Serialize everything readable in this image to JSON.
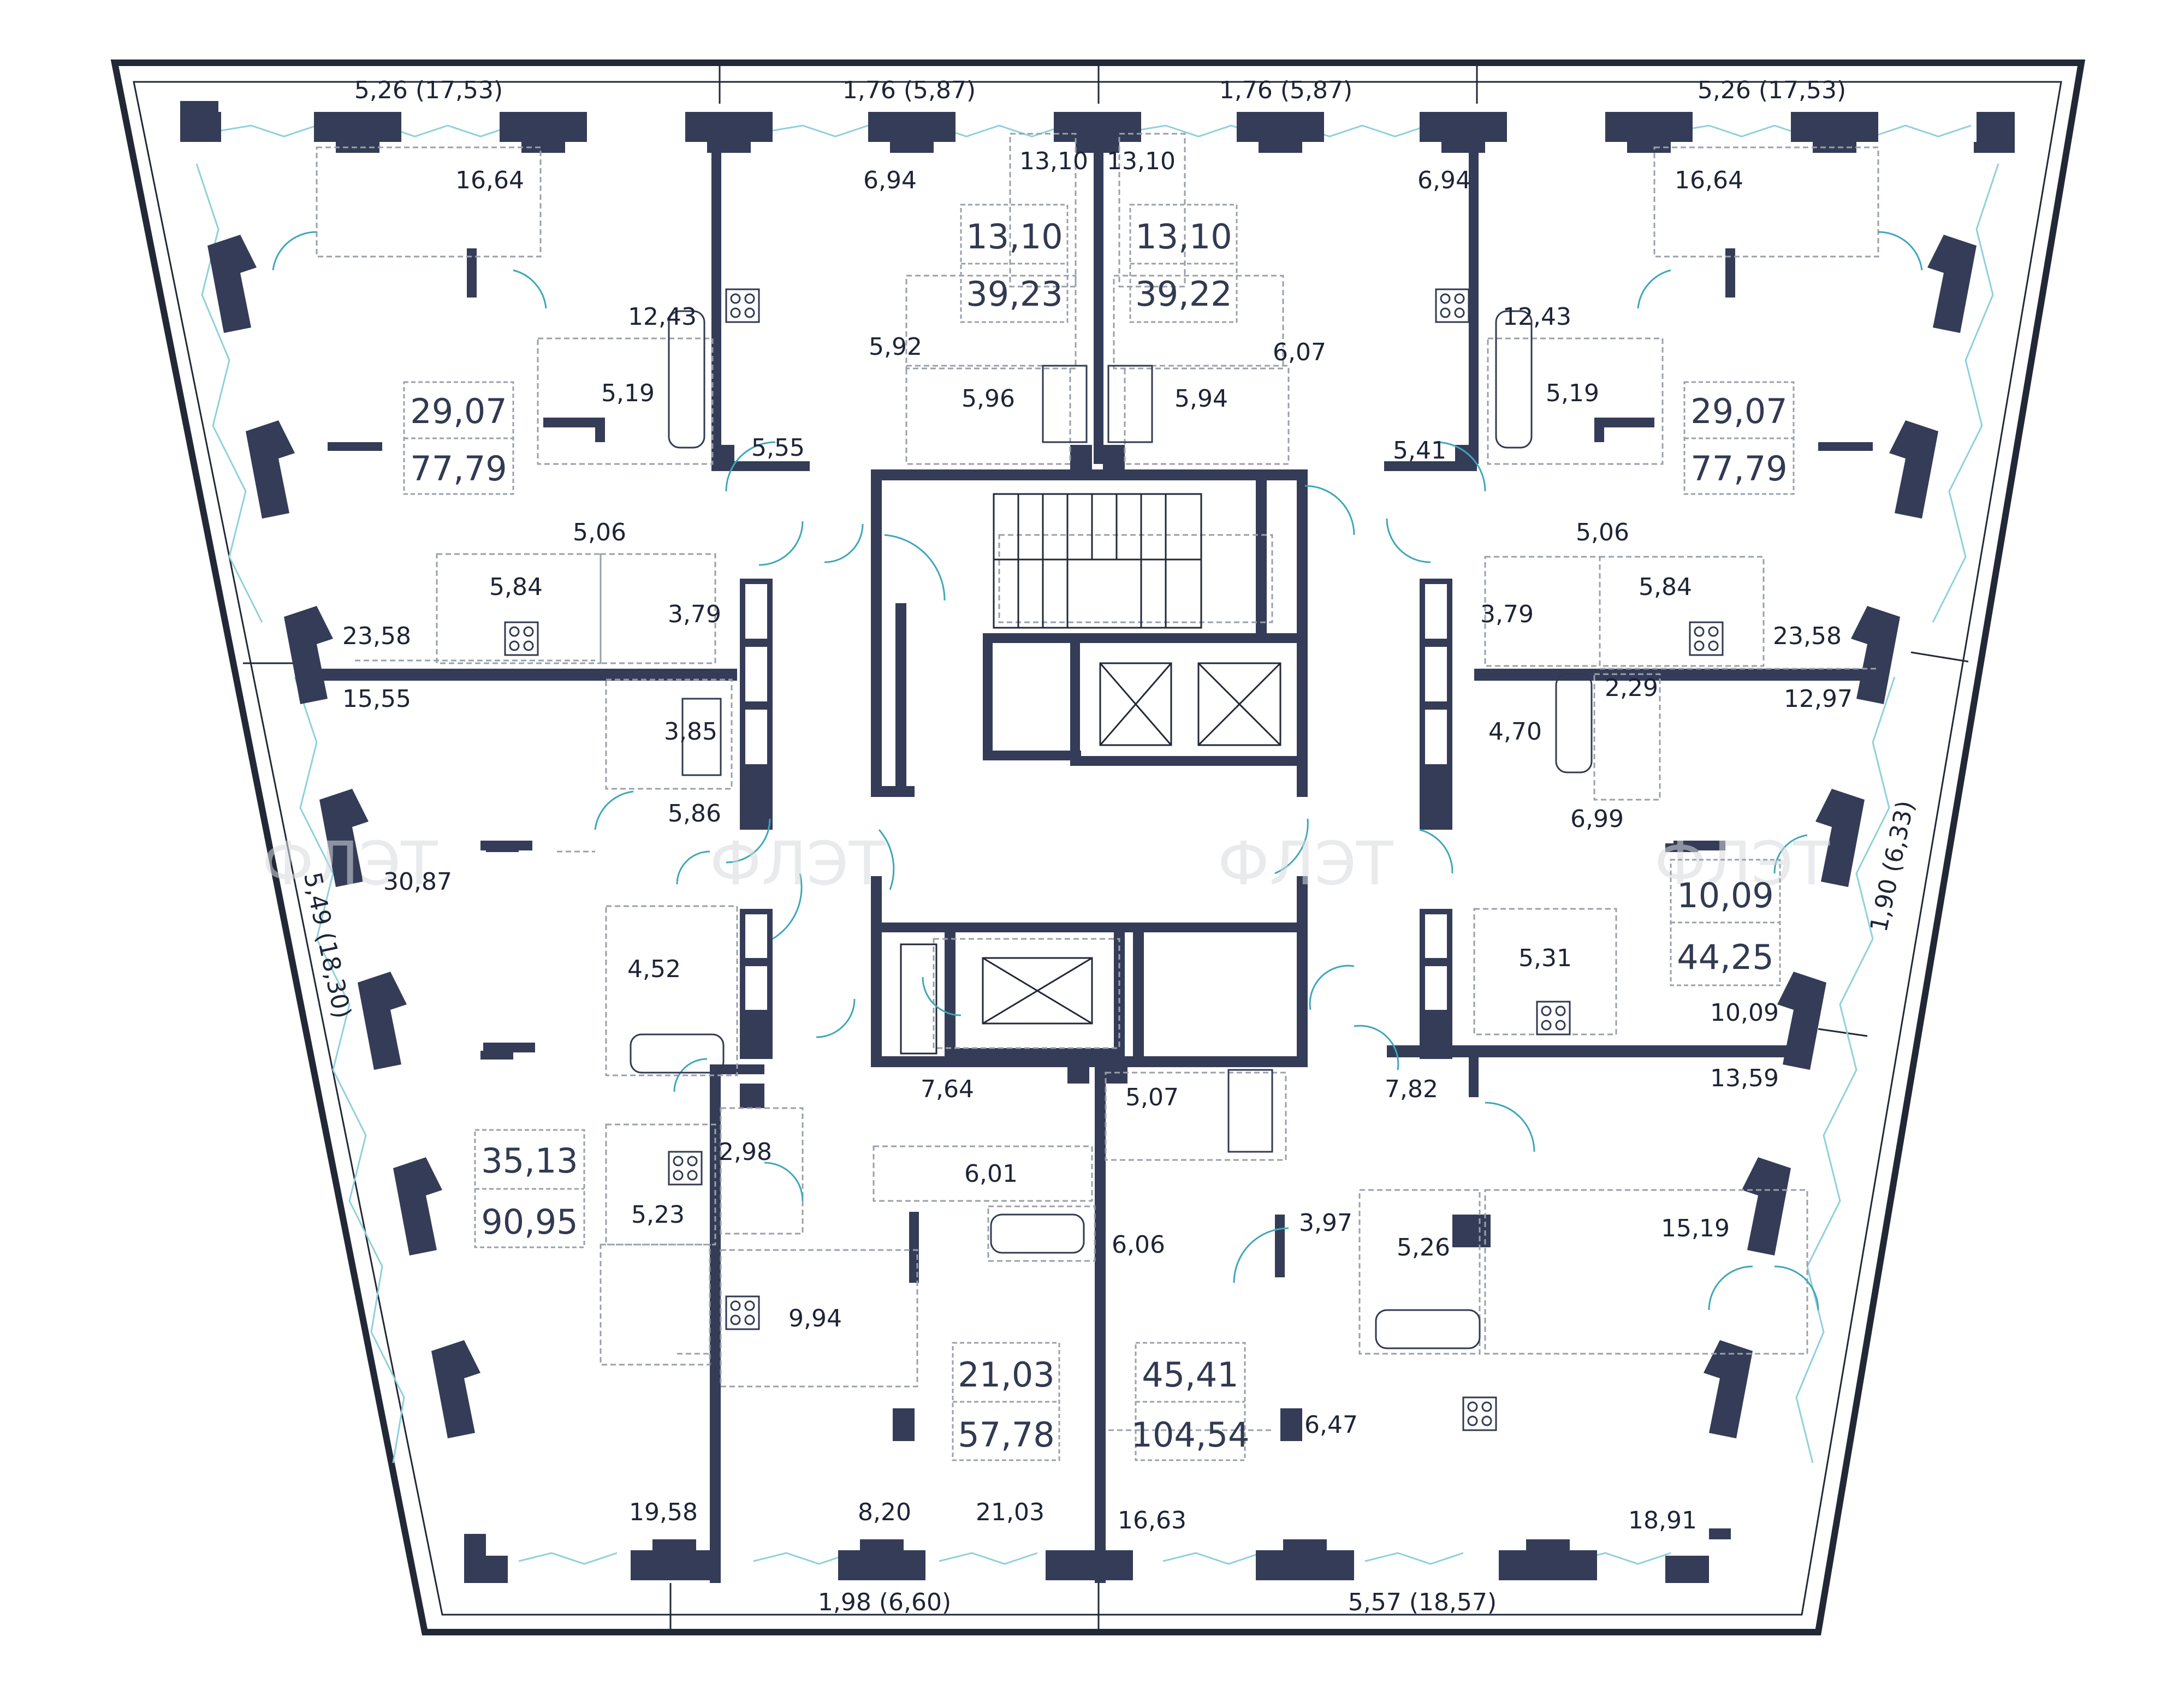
{
  "colors": {
    "wall": "#343c57",
    "line": "#222836",
    "window": "#8fd0dc",
    "dashed": "#9aa0aa",
    "watermark": "#d6d9de"
  },
  "watermark": [
    "ФЛЭТ",
    "ФЛЭТ",
    "ФЛЭТ",
    "ФЛЭТ"
  ],
  "top_dims": [
    "5,26  (17,53)",
    "1,76  (5,87)",
    "1,76  (5,87)",
    "5,26  (17,53)"
  ],
  "bottom_dims": [
    "1,98  (6,60)",
    "5,57  (18,57)"
  ],
  "side_dims": {
    "left": "5,49  (18,30)",
    "right": "1,90  (6,33)"
  },
  "apartments": [
    {
      "living": "29,07",
      "total": "77,79"
    },
    {
      "living": "13,10",
      "total": "39,23"
    },
    {
      "living": "13,10",
      "total": "39,22"
    },
    {
      "living": "29,07",
      "total": "77,79"
    },
    {
      "living": "10,09",
      "total": "44,25"
    },
    {
      "living": "35,13",
      "total": "90,95"
    },
    {
      "living": "21,03",
      "total": "57,78"
    },
    {
      "living": "45,41",
      "total": "104,54"
    }
  ],
  "rooms": [
    "16,64",
    "12,43",
    "5,19",
    "5,06",
    "5,84",
    "3,79",
    "23,58",
    "15,55",
    "3,85",
    "5,86",
    "30,87",
    "4,52",
    "5,23",
    "2,98",
    "9,94",
    "19,58",
    "8,20",
    "21,03",
    "7,64",
    "6,01",
    "6,06",
    "16,63",
    "5,07",
    "3,97",
    "5,26",
    "6,47",
    "15,19",
    "18,91",
    "13,59",
    "7,82",
    "10,09",
    "5,31",
    "6,99",
    "4,70",
    "2,29",
    "12,97",
    "23,58",
    "5,84",
    "3,79",
    "5,06",
    "5,41",
    "12,43",
    "5,19",
    "16,64",
    "6,94",
    "6,07",
    "5,94",
    "13,10",
    "13,10",
    "6,94",
    "5,92",
    "5,96",
    "5,55"
  ]
}
